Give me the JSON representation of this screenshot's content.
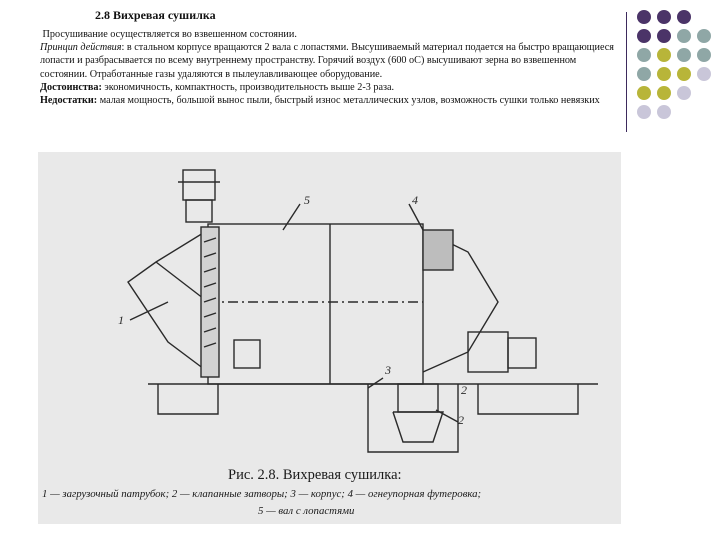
{
  "heading": "2.8 Вихревая сушилка",
  "paragraphs": {
    "p1": "Просушивание осуществляется во взвешенном состоянии.",
    "p2_label": "Принцип действия",
    "p2_text": ": в стальном корпусе вращаются 2 вала с лопастями. Высушиваемый материал подается на быстро вращающиеся лопасти и разбрасывается по всему внутреннему пространству. Горячий воздух (600 оС) высушивают зерна во взвешенном состоянии. Отработанные газы удаляются в пылеулавливающее оборудование.",
    "p3_label": "Достоинства:",
    "p3_text": " экономичность, компактность, производительность выше 2-3 раза.",
    "p4_label": "Недостатки:",
    "p4_text": " малая мощность, большой вынос пыли, быстрый износ металлических узлов, возможность сушки только невязких"
  },
  "figure": {
    "caption_line1": "Рис. 2.8. Вихревая сушилка:",
    "caption_line2": "1 — загрузочный патрубок; 2 — клапанные затворы; 3 — корпус; 4 — огнеупорная футеровка;",
    "caption_line3": "5 — вал с лопастями",
    "callout_1": "1",
    "callout_2a": "2",
    "callout_2b": "2",
    "callout_3": "3",
    "callout_4": "4",
    "callout_5": "5"
  },
  "colors": {
    "purple": "#4b3468",
    "teal": "#8fa7a6",
    "olive": "#b8b539",
    "lavender": "#c9c6d9",
    "divider": "#3d2a5c"
  }
}
